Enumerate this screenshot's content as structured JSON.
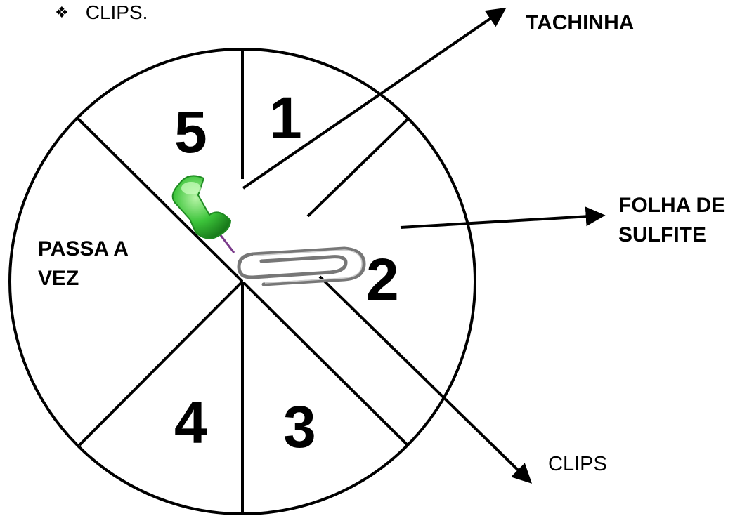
{
  "header": {
    "bullet_icon": "four-diamond-bullet-icon",
    "bullet_text": "CLIPS."
  },
  "wheel": {
    "sectors": [
      "1",
      "2",
      "3",
      "4",
      "5"
    ],
    "passa_line1": "PASSA A",
    "passa_line2": "VEZ"
  },
  "labels": {
    "tachinha": "TACHINHA",
    "folha_line1": "FOLHA DE",
    "folha_line2": "SULFITE",
    "clips": "CLIPS"
  },
  "colors": {
    "stroke": "#000000",
    "pin_head": "#3cc43a",
    "pin_needle": "#7a3a8a",
    "clip_metal": "#777777"
  }
}
